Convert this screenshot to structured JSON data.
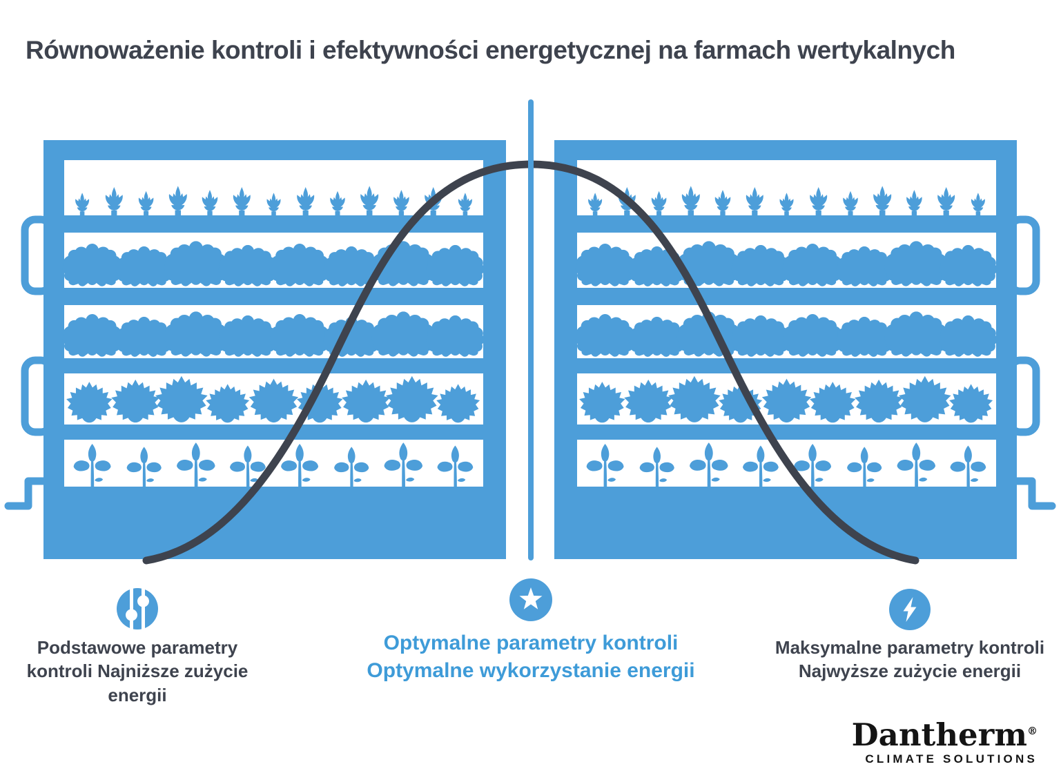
{
  "title": "Równoważenie kontroli i efektywności energetycznej na farmach wertykalnych",
  "colors": {
    "accent_blue": "#4D9ED9",
    "dark_slate": "#3E434E",
    "center_text_blue": "#3E9BD8",
    "logo_black": "#141414",
    "background": "#ffffff"
  },
  "labels": {
    "left": {
      "icon": "sliders-icon",
      "lines": [
        "Podstawowe parametry",
        "kontroli Najniższe zużycie",
        "energii"
      ]
    },
    "center": {
      "icon": "star-icon",
      "lines": [
        "Optymalne parametry kontroli",
        "Optymalne wykorzystanie energii"
      ]
    },
    "right": {
      "icon": "lightning-icon",
      "lines": [
        "Maksymalne parametry kontroli",
        "Najwyższe zużycie energii"
      ]
    }
  },
  "racks": {
    "rows": [
      {
        "type": "sprout",
        "name": "small sprouts",
        "left_count": 13,
        "right_count": 13
      },
      {
        "type": "lettuce",
        "name": "lettuce heads",
        "left_count": 8,
        "right_count": 8
      },
      {
        "type": "lettuce",
        "name": "lettuce heads",
        "left_count": 8,
        "right_count": 8
      },
      {
        "type": "maple",
        "name": "leafy greens",
        "left_count": 9,
        "right_count": 9
      },
      {
        "type": "seedling",
        "name": "young seedlings",
        "left_count": 8,
        "right_count": 8
      }
    ]
  },
  "curve": {
    "shape": "bell curve over both racks"
  },
  "logo": {
    "brand": "Dantherm",
    "registered": "®",
    "tagline": "CLIMATE SOLUTIONS"
  }
}
